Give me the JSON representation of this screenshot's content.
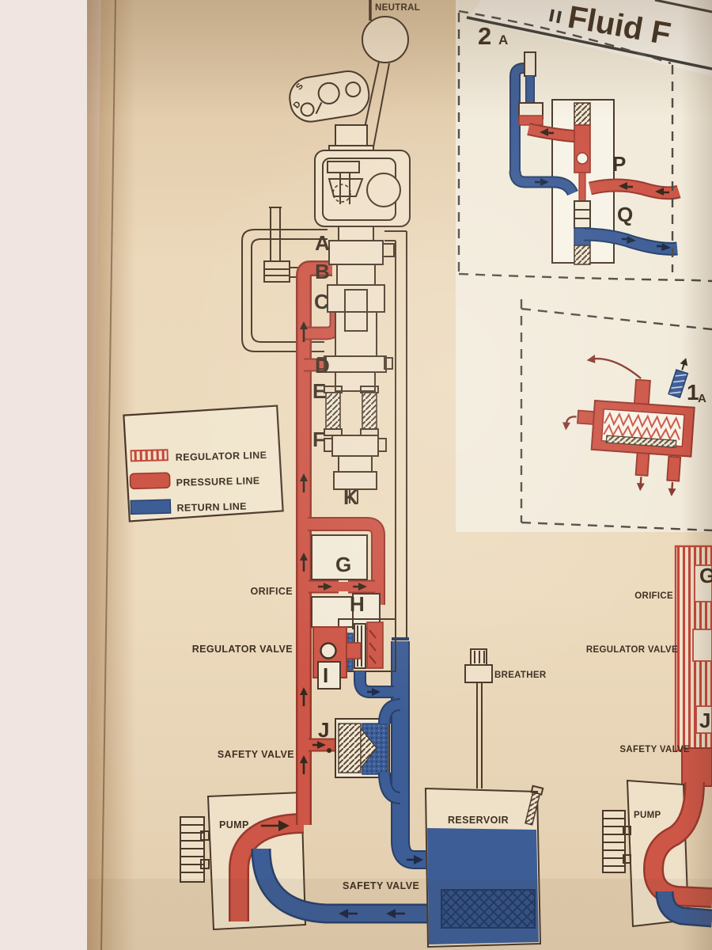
{
  "page": {
    "title_fragment": "Fluid F",
    "neutral_label": "NEUTRAL",
    "gate": {
      "d": "D",
      "s": "S"
    }
  },
  "legend": {
    "items": [
      {
        "label": "REGULATOR LINE",
        "swatch": "hatched-red"
      },
      {
        "label": "PRESSURE LINE",
        "swatch": "solid-red"
      },
      {
        "label": "RETURN LINE",
        "swatch": "solid-blue"
      }
    ]
  },
  "colors": {
    "pressure_red": "#cd5647",
    "return_blue": "#3d5d96",
    "page_tan": "#e6d2b6",
    "ink": "#4a392a"
  },
  "main_diagram": {
    "ports": {
      "a": "A",
      "b": "B",
      "c": "C",
      "d": "D",
      "e": "E",
      "f": "F",
      "g": "G",
      "h": "H",
      "i": "I",
      "j": "J",
      "k": "K"
    },
    "labels": {
      "orifice": "ORIFICE",
      "regulator_valve": "REGULATOR VALVE",
      "safety_valve": "SAFETY VALVE",
      "pump": "PUMP",
      "reservoir": "RESERVOIR",
      "breather": "BREATHER",
      "safety_valve_bottom": "SAFETY VALVE"
    }
  },
  "inset_2a": {
    "id_number": "2",
    "id_sub": "A",
    "ports": {
      "p": "P",
      "q": "Q"
    }
  },
  "inset_1a": {
    "id_number": "1",
    "id_sub": "A"
  },
  "right_panel": {
    "ports": {
      "g": "G",
      "j": "J"
    },
    "labels": {
      "orifice": "ORIFICE",
      "regulator_valve": "REGULATOR VALVE",
      "safety_valve": "SAFETY VALVE",
      "pump": "PUMP"
    }
  }
}
